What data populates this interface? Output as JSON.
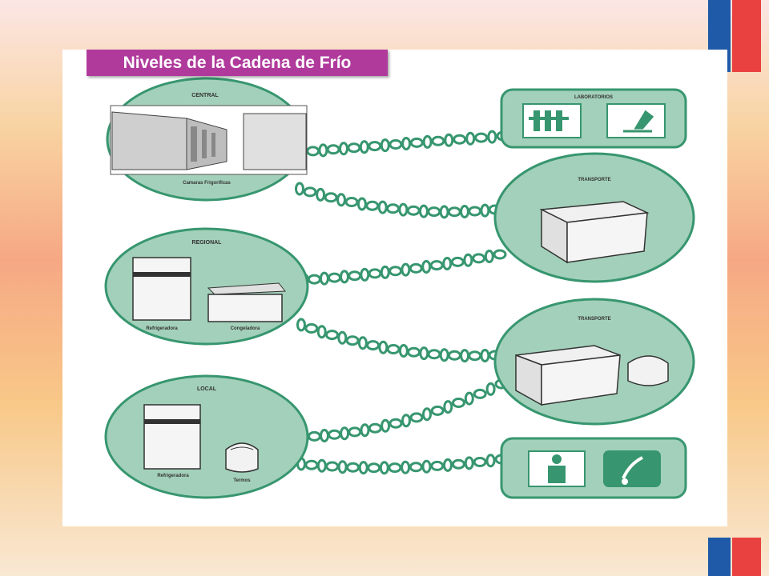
{
  "title": "Niveles de la Cadena de Frío",
  "colors": {
    "fill": "#a3d0ba",
    "stroke": "#37966f",
    "chain": "#37966f",
    "title_bg": "#b03a9c"
  },
  "levels": {
    "central": {
      "label": "CENTRAL",
      "items": [
        "Camaras Frigorificas"
      ]
    },
    "regional": {
      "label": "REGIONAL",
      "items": [
        "Refrigeradora",
        "Congeladora"
      ]
    },
    "local": {
      "label": "LOCAL",
      "items": [
        "Refrigeradora",
        "Termos"
      ]
    }
  },
  "right": {
    "laboratorios": {
      "label": "LABORATORIOS",
      "icons": [
        "test-tubes-icon",
        "microscope-icon"
      ]
    },
    "transporte1": {
      "label": "TRANSPORTE",
      "icons": [
        "cold-box-icon"
      ]
    },
    "transporte2": {
      "label": "TRANSPORTE",
      "icons": [
        "cold-box-icon",
        "thermos-icon"
      ]
    },
    "final": {
      "label": "",
      "icons": [
        "vaccinator-icon",
        "vaccine-drop-icon"
      ]
    }
  }
}
